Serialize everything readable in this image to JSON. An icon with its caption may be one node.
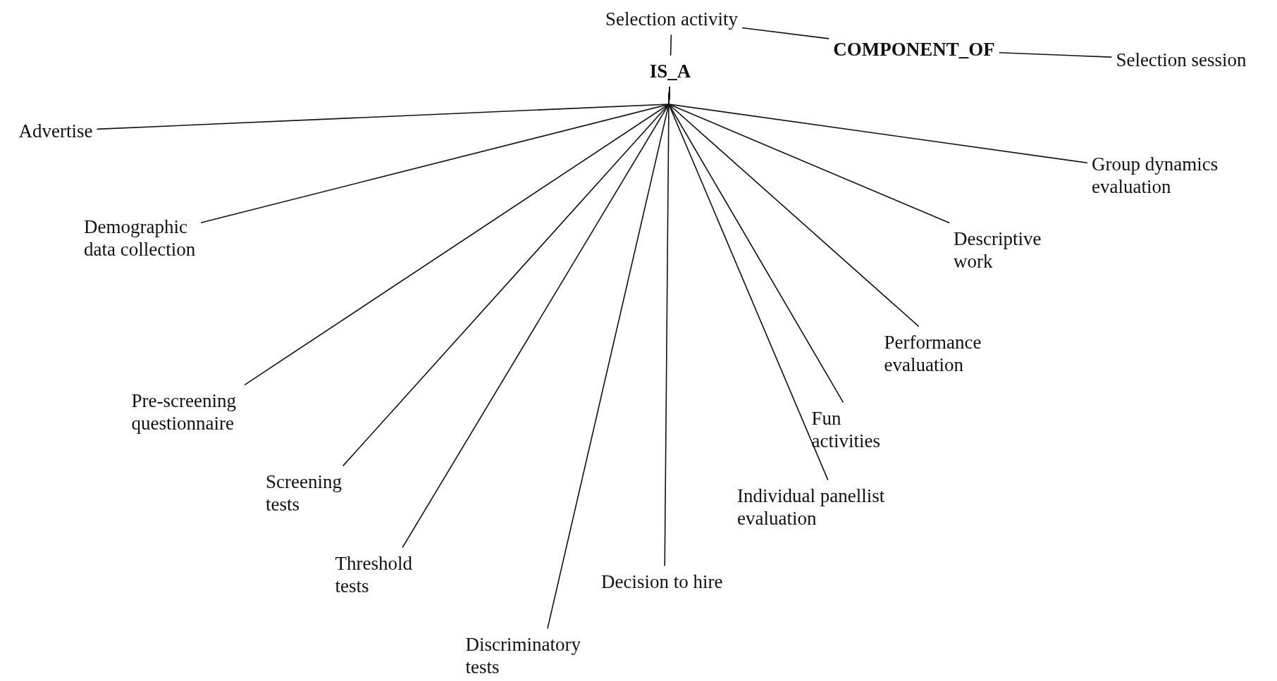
{
  "diagram": {
    "nodes": [
      {
        "text": [
          "Selection activity"
        ]
      },
      {
        "text": [
          "COMPONENT_OF"
        ]
      },
      {
        "text": [
          "Selection session"
        ]
      },
      {
        "text": [
          "IS_A"
        ]
      },
      {
        "text": [
          "Advertise"
        ]
      },
      {
        "text": [
          "Demographic data collection"
        ]
      },
      {
        "text": [
          "Group dynamics evaluation"
        ]
      },
      {
        "text": [
          "Descriptive work"
        ]
      },
      {
        "text": [
          "Pre-screening questionnaire"
        ]
      },
      {
        "text": [
          "Performance evaluation"
        ]
      },
      {
        "text": [
          "Screening tests"
        ]
      },
      {
        "text": [
          "Fun activities"
        ]
      },
      {
        "text": [
          "Individual panellist evaluation"
        ]
      },
      {
        "text": [
          "Threshold tests"
        ]
      },
      {
        "text": [
          "Decision to hire"
        ]
      },
      {
        "text": [
          "Discriminatory tests"
        ]
      }
    ],
    "edges": [
      {
        "from": 0,
        "to": 1,
        "arrow": "none"
      },
      {
        "from": 1,
        "to": 2,
        "arrow": "none"
      },
      {
        "from": 0,
        "to": 3,
        "arrow": "none"
      },
      {
        "from": 3,
        "to": 4,
        "arrow": "none"
      },
      {
        "from": 3,
        "to": 5,
        "arrow": "none"
      },
      {
        "from": 3,
        "to": 6,
        "arrow": "none"
      },
      {
        "from": 3,
        "to": 7,
        "arrow": "none"
      },
      {
        "from": 3,
        "to": 8,
        "arrow": "none"
      },
      {
        "from": 3,
        "to": 9,
        "arrow": "none"
      },
      {
        "from": 3,
        "to": 10,
        "arrow": "none"
      },
      {
        "from": 3,
        "to": 11,
        "arrow": "none"
      },
      {
        "from": 3,
        "to": 12,
        "arrow": "none"
      },
      {
        "from": 3,
        "to": 13,
        "arrow": "none"
      },
      {
        "from": 3,
        "to": 14,
        "arrow": "none"
      },
      {
        "from": 3,
        "to": 15,
        "arrow": "none"
      }
    ]
  }
}
